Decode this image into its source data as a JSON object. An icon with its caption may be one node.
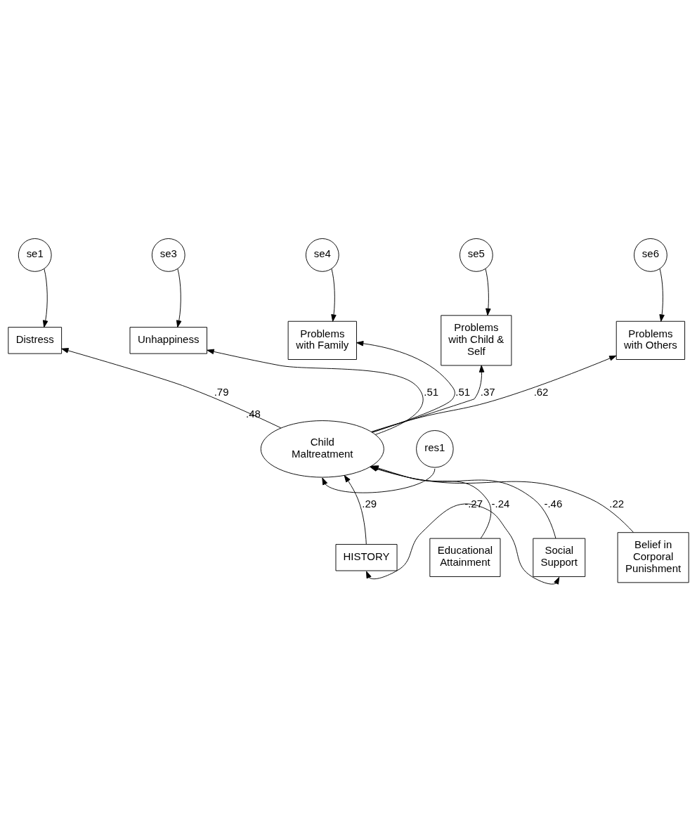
{
  "diagram": {
    "nodes": [
      {
        "text": [
          "se1"
        ]
      },
      {
        "text": [
          "se3"
        ]
      },
      {
        "text": [
          "se4"
        ]
      },
      {
        "text": [
          "se5"
        ]
      },
      {
        "text": [
          "se6"
        ]
      },
      {
        "text": [
          "Distress"
        ]
      },
      {
        "text": [
          "Unhappiness"
        ]
      },
      {
        "text": [
          "Problems with Family"
        ]
      },
      {
        "text": [
          "Problems with Child & Self"
        ]
      },
      {
        "text": [
          "Problems with Others"
        ]
      },
      {
        "text": [
          "Child Maltreatment"
        ],
        "beside": [
          ".48"
        ]
      },
      {
        "text": [
          "res1"
        ]
      },
      {
        "text": [
          "HISTORY"
        ]
      },
      {
        "text": [
          "Educational Attainment"
        ]
      },
      {
        "text": [
          "Social Support"
        ]
      },
      {
        "text": [
          "Belief in Corporal Punishment"
        ]
      }
    ],
    "edges": [
      {
        "from": 0,
        "to": 5,
        "arrow": "to"
      },
      {
        "from": 1,
        "to": 6,
        "arrow": "to"
      },
      {
        "from": 2,
        "to": 7,
        "arrow": "to"
      },
      {
        "from": 3,
        "to": 8,
        "arrow": "to"
      },
      {
        "from": 4,
        "to": 9,
        "arrow": "to"
      },
      {
        "from": 10,
        "to": 5,
        "arrow": "to",
        "label": ".79"
      },
      {
        "from": 10,
        "to": 6,
        "arrow": "to",
        "label": ".51"
      },
      {
        "from": 10,
        "to": 7,
        "arrow": "to",
        "label": ".51"
      },
      {
        "from": 10,
        "to": 8,
        "arrow": "to",
        "label": ".37"
      },
      {
        "from": 10,
        "to": 9,
        "arrow": "to",
        "label": ".62"
      },
      {
        "from": 11,
        "to": 10,
        "arrow": "to"
      },
      {
        "from": 12,
        "to": 10,
        "arrow": "to",
        "label": ".29"
      },
      {
        "from": 13,
        "to": 10,
        "arrow": "to",
        "label": "-.24"
      },
      {
        "from": 14,
        "to": 10,
        "arrow": "to",
        "label": "-.46"
      },
      {
        "from": 15,
        "to": 10,
        "arrow": "to",
        "label": ".22"
      },
      {
        "from": 12,
        "to": 14,
        "arrow": "both",
        "label": "-.27"
      }
    ]
  }
}
